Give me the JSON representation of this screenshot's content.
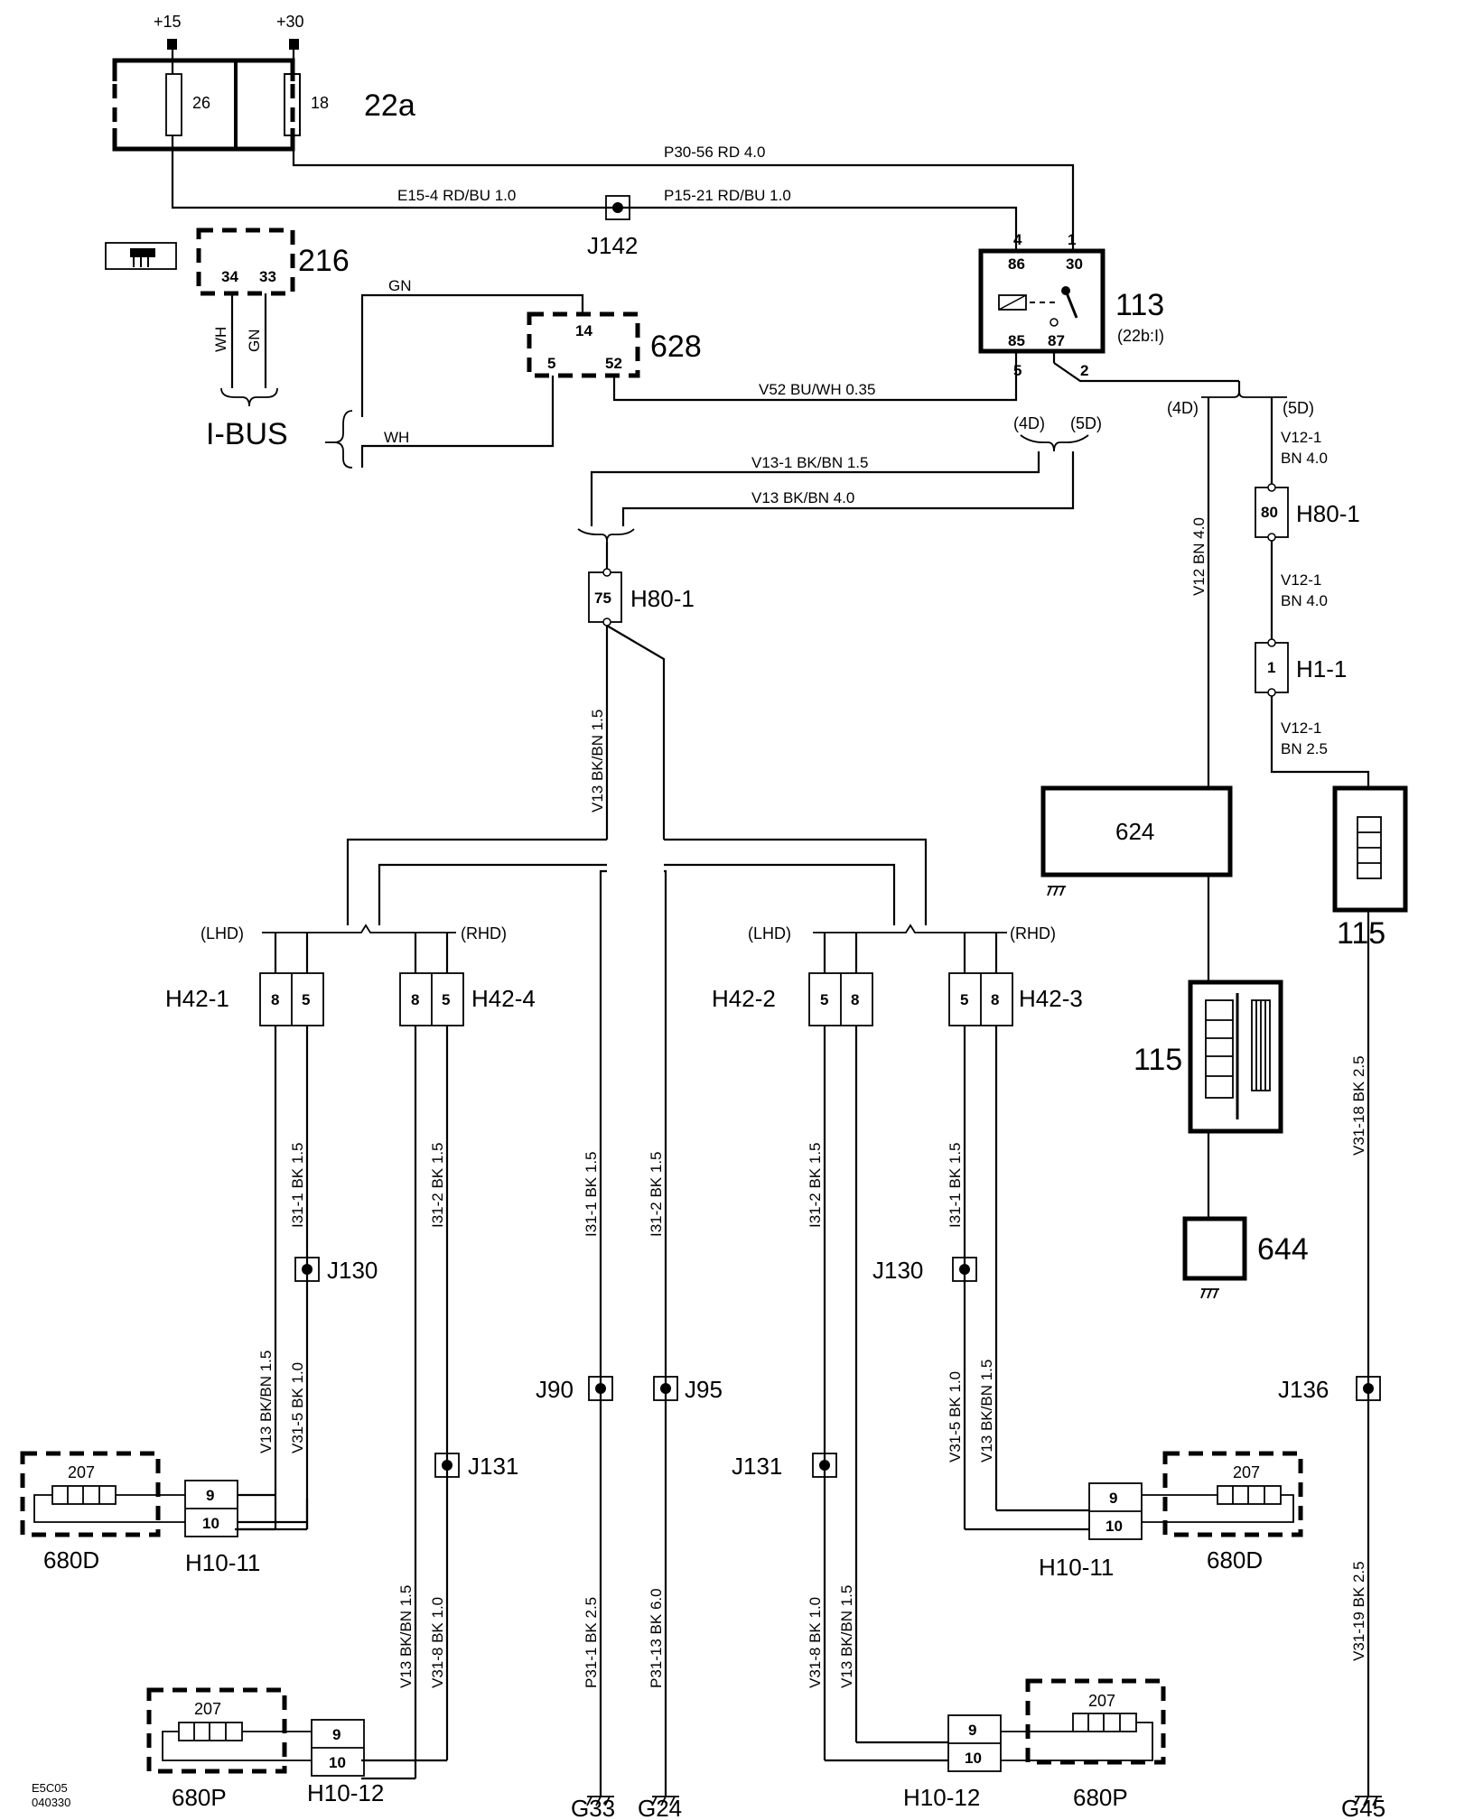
{
  "components": {
    "fuse_box": "22a",
    "fuse_26": "26",
    "fuse_18": "18",
    "supply_15": "+15",
    "supply_30": "+30",
    "relay": "113",
    "relay_note": "(22b:I)",
    "ctrl_216": "216",
    "ctrl_628": "628",
    "ibus": "I-BUS",
    "c624": "624",
    "c644": "644",
    "c115": "115",
    "c207": "207",
    "c680d": "680D",
    "c680p": "680P"
  },
  "pins": {
    "p4": "4",
    "p1": "1",
    "p86": "86",
    "p30": "30",
    "p85": "85",
    "p87": "87",
    "p5": "5",
    "p2": "2",
    "p34": "34",
    "p33": "33",
    "p14": "14",
    "p52": "52",
    "p75": "75",
    "p80": "80",
    "p1b": "1",
    "p8": "8",
    "p9": "9",
    "p10": "10"
  },
  "connectors": {
    "h80_1": "H80-1",
    "h1_1": "H1-1",
    "h42_1": "H42-1",
    "h42_2": "H42-2",
    "h42_3": "H42-3",
    "h42_4": "H42-4",
    "h10_11": "H10-11",
    "h10_12": "H10-12"
  },
  "junctions": {
    "j142": "J142",
    "j130": "J130",
    "j131": "J131",
    "j90": "J90",
    "j95": "J95",
    "j136": "J136"
  },
  "grounds": {
    "g33": "G33",
    "g24": "G24",
    "g45": "G45"
  },
  "variants": {
    "lhd": "(LHD)",
    "rhd": "(RHD)",
    "v4d": "(4D)",
    "v5d": "(5D)"
  },
  "wires": {
    "p30_56": "P30-56  RD  4.0",
    "e15_4": "E15-4  RD/BU  1.0",
    "p15_21": "P15-21  RD/BU  1.0",
    "gn": "GN",
    "wh": "WH",
    "v52": "V52  BU/WH 0.35",
    "v13_1": "V13-1  BK/BN  1.5",
    "v13": "V13    BK/BN 4.0",
    "v13_15": "V13  BK/BN  1.5",
    "v12_bn": "V12  BN  4.0",
    "v12_1": "V12-1",
    "bn_40": "BN  4.0",
    "bn_25": "BN  2.5",
    "i31_1": "I31-1  BK  1.5",
    "i31_2": "I31-2  BK  1.5",
    "v13_bkbn15": "V13  BK/BN  1.5",
    "v31_5": "V31-5  BK  1.0",
    "v31_8": "V31-8  BK  1.0",
    "p31_1": "P31-1  BK  2.5",
    "p31_13": "P31-13  BK  6.0",
    "v31_18": "V31-18  BK  2.5",
    "v31_19": "V31-19  BK  2.5"
  },
  "footer": {
    "code": "E5C05",
    "date": "040330"
  }
}
